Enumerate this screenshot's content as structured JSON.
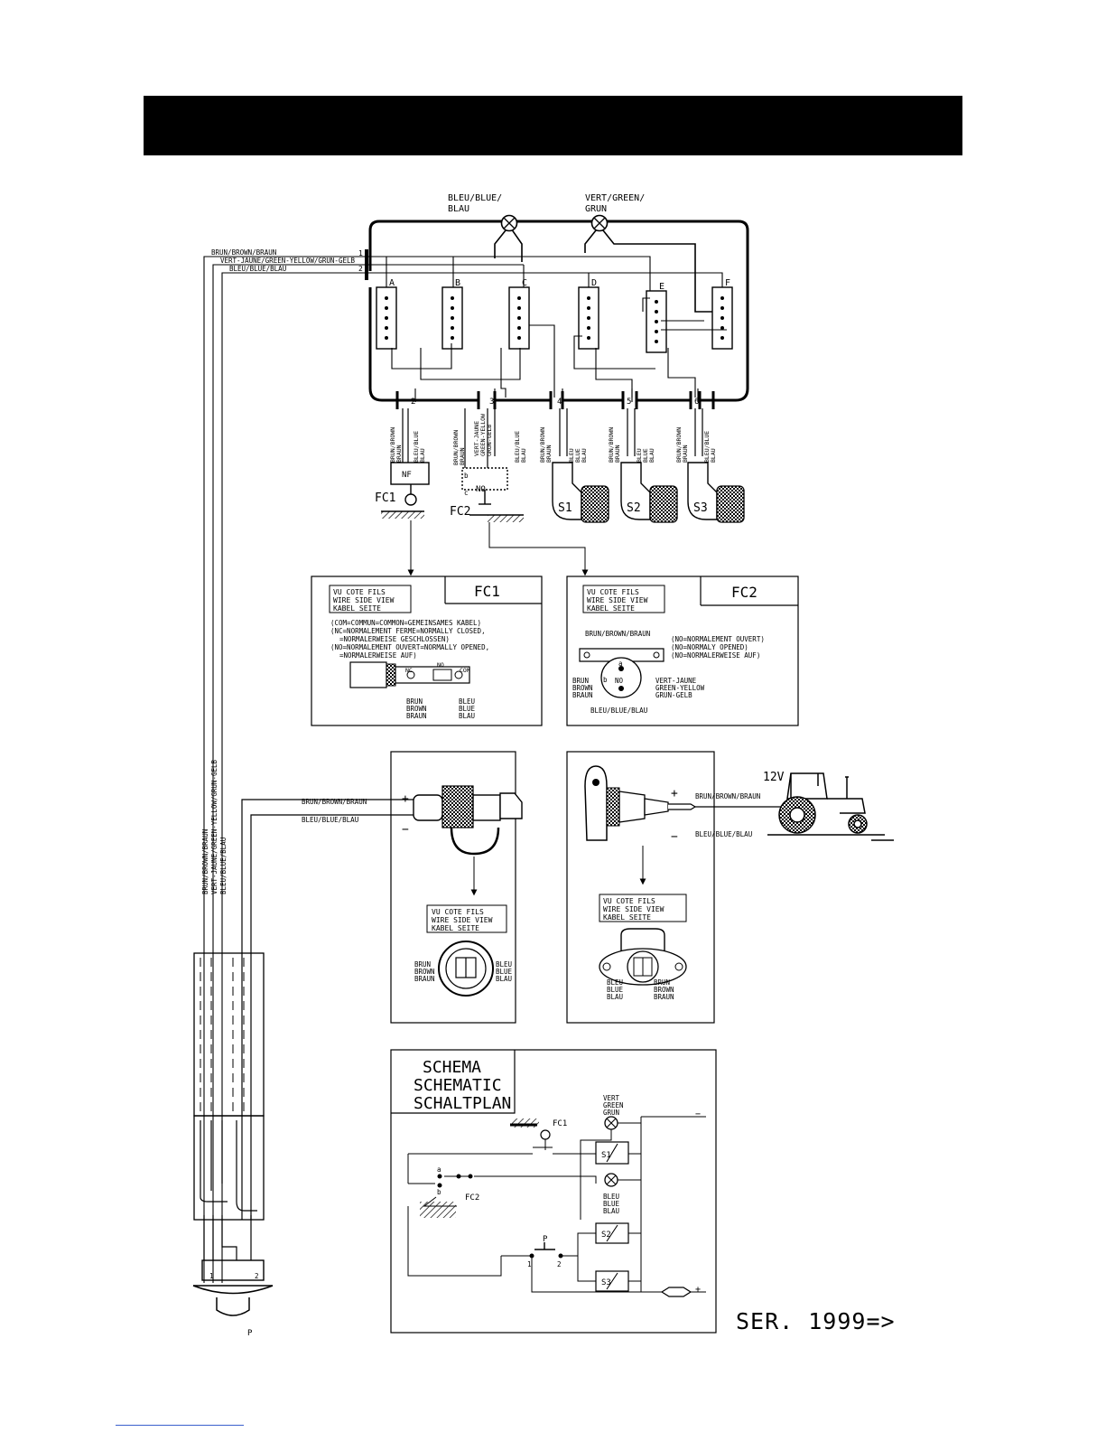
{
  "lamps": {
    "blue": {
      "l1": "BLEU/BLUE/",
      "l2": "BLAU"
    },
    "green": {
      "l1": "VERT/GREEN/",
      "l2": "GRUN"
    }
  },
  "main_cable": {
    "brown": "BRUN/BROWN/BRAUN",
    "green_yellow": "VERT-JAUNE/GREEN-YELLOW/GRUN-GELB",
    "blue": "BLEU/BLUE/BLAU",
    "pin1": "1",
    "pin2": "2"
  },
  "relays": [
    "A",
    "B",
    "C",
    "D",
    "E",
    "F"
  ],
  "terminals": [
    "2",
    "3",
    "4",
    "5",
    "6"
  ],
  "drop_wires": {
    "brown": [
      "BRUN/BROWN",
      "BRAUN"
    ],
    "blue": [
      "BLEU/BLUE",
      "BLAU"
    ],
    "gy": [
      "VERT-JAUNE",
      "GREEN-YELLOW",
      "GRUN-GELB"
    ],
    "brown_stacked": [
      "BRUN",
      "BROWN",
      "BRAUN"
    ],
    "blue_stacked": [
      "BLEU",
      "BLUE",
      "BLAU"
    ]
  },
  "switches": {
    "fc1": "FC1",
    "fc2": "FC2",
    "nf": "NF",
    "no": "NO",
    "s1": "S1",
    "s2": "S2",
    "s3": "S3",
    "a": "a",
    "b": "b",
    "c": "c"
  },
  "wire_side_view": [
    "VU COTE FILS",
    "WIRE SIDE VIEW",
    "KABEL SEITE"
  ],
  "fc1_panel": {
    "title": "FC1",
    "notes": [
      "(COM=COMMUN=COMMON=GEMEINSAMES KABEL)",
      "(NC=NORMALEMENT FERME=NORMALLY CLOSED,",
      "=NORMALERWEISE GESCHLOSSEN)",
      "(NO=NORMALEMENT OUVERT=NORMALLY OPENED,",
      "=NORMALERWEISE AUF)"
    ],
    "pin_nc": "NC",
    "pin_no": "NO",
    "pin_com": "COM"
  },
  "fc2_panel": {
    "title": "FC2",
    "notes": [
      "(NO=NORMALEMENT OUVERT)",
      "(NO=NORMALY OPENED)",
      "(NO=NORMALERWEISE AUF)"
    ]
  },
  "power": {
    "plus": "+",
    "minus": "−",
    "voltage": "12V"
  },
  "schematic": {
    "title": [
      "SCHEMA",
      "SCHEMATIC",
      "SCHALTPLAN"
    ],
    "green_lamp": [
      "VERT",
      "GREEN",
      "GRUN"
    ],
    "blue_lamp": [
      "BLEU",
      "BLUE",
      "BLAU"
    ],
    "button": "P"
  },
  "series": "SER. 1999=>",
  "button_label": "P"
}
